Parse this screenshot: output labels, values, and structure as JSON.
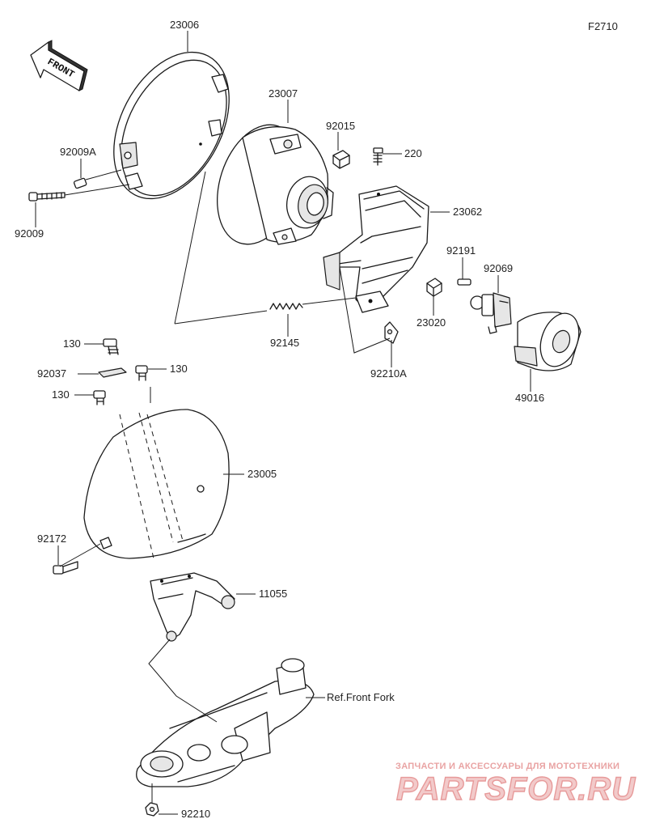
{
  "figure_code": "F2710",
  "front_label": "FRONT",
  "labels": {
    "p23006": "23006",
    "p23007": "23007",
    "p92015": "92015",
    "p220": "220",
    "p92009A": "92009A",
    "p92009": "92009",
    "p23062": "23062",
    "p92191": "92191",
    "p92069": "92069",
    "p92145": "92145",
    "p23020": "23020",
    "p92210A": "92210A",
    "p49016": "49016",
    "p130a": "130",
    "p92037": "92037",
    "p130b": "130",
    "p130c": "130",
    "p23005": "23005",
    "p92172": "92172",
    "p11055": "11055",
    "ref_front_fork": "Ref.Front Fork",
    "p92210": "92210"
  },
  "watermark": {
    "tagline": "ЗАПЧАСТИ И АКСЕССУАРЫ ДЛЯ МОТОТЕХНИКИ",
    "logo": "PARTSFOR.RU"
  },
  "colors": {
    "line": "#1a1a1a",
    "watermark_fill": "#f2caca",
    "watermark_stroke": "#e79a9a"
  }
}
